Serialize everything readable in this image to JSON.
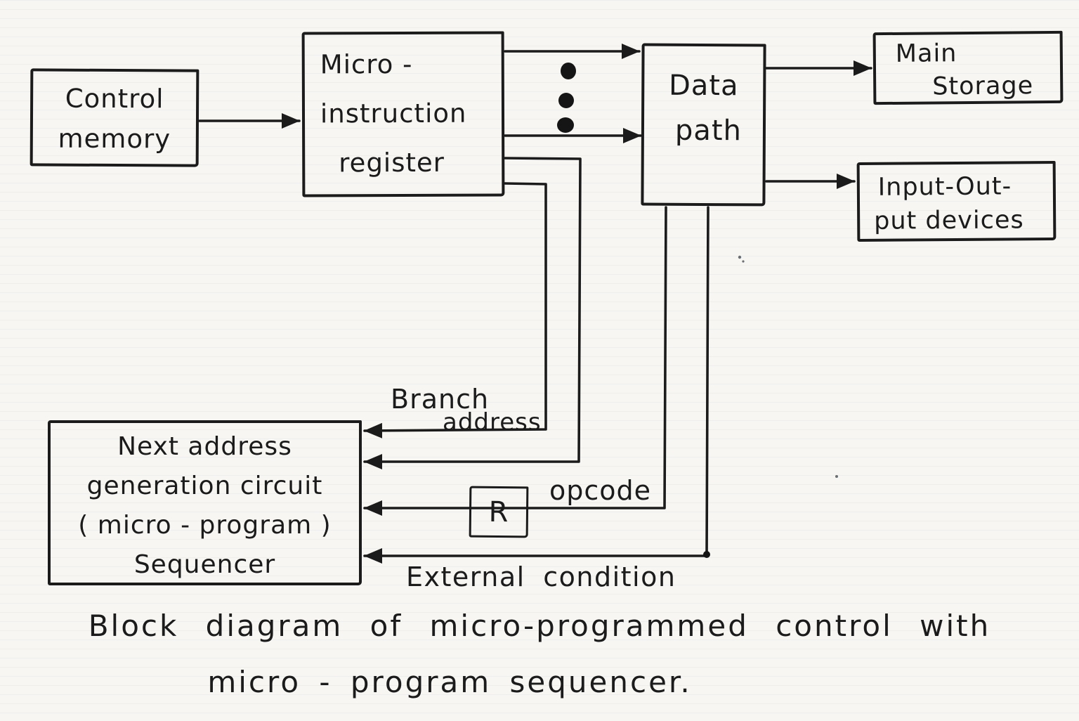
{
  "colors": {
    "ink": "#1b1b1b",
    "paper": "#f7f6f2"
  },
  "boxes": {
    "control_memory": {
      "lines": [
        "Control",
        "memory"
      ]
    },
    "micro_instruction_register": {
      "lines": [
        "Micro -",
        "instruction",
        "register"
      ]
    },
    "data_path": {
      "lines": [
        "Data",
        "path"
      ]
    },
    "main_storage": {
      "lines": [
        "Main",
        "Storage"
      ]
    },
    "input_output_devices": {
      "lines": [
        "Input-Out-",
        "put devices"
      ]
    },
    "next_address_generator": {
      "lines": [
        "Next address",
        "generation circuit",
        "( micro - program )",
        "Sequencer"
      ]
    },
    "r_register": {
      "label": "R"
    }
  },
  "connector_labels": {
    "branch_address_line1": "Branch",
    "branch_address_line2": "address",
    "opcode": "opcode",
    "external_condition": "External condition"
  },
  "caption": {
    "line1": "Block diagram of micro-programmed control with",
    "line2": "micro - program sequencer."
  }
}
